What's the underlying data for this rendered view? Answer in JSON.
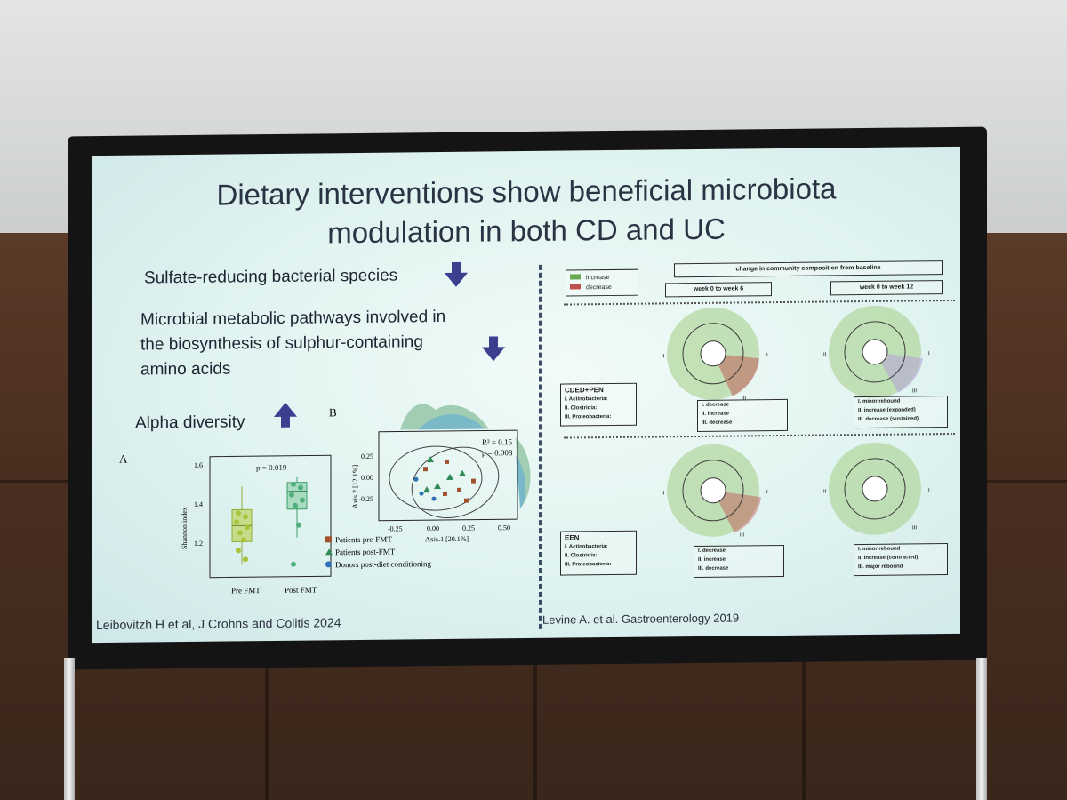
{
  "slide": {
    "title_line1": "Dietary interventions show beneficial microbiota",
    "title_line2": "modulation in both CD and UC",
    "bullet1": "Sulfate-reducing bacterial species",
    "bullet2_line1": "Microbial metabolic pathways involved in",
    "bullet2_line2": "the biosynthesis of sulphur-containing",
    "bullet2_line3": "amino acids",
    "bullet3": "Alpha diversity",
    "cite_left": "Leibovitzh H et al, J Crohns and Colitis 2024",
    "cite_right": "Levine A. et al.  Gastroenterology 2019"
  },
  "panelA": {
    "label": "A",
    "pvalue": "p = 0.019",
    "ylabel": "Shannon index",
    "yticks": [
      "1.6",
      "1.4",
      "1.2"
    ],
    "xticks": [
      "Pre FMT",
      "Post FMT"
    ]
  },
  "panelB": {
    "label": "B",
    "stat_r2": "R² = 0.15",
    "stat_p": "p = 0.008",
    "ylabel": "Axis.2 [12.1%]",
    "xlabel": "Axis.1 [20.1%]",
    "yticks": [
      "0.25",
      "0.00",
      "-0.25"
    ],
    "xticks": [
      "-0.25",
      "0.00",
      "0.25",
      "0.50"
    ],
    "legend": [
      "Patients pre-FMT",
      "Patients post-FMT",
      "Donors post-diet conditioning"
    ]
  },
  "right": {
    "legend_increase": "increase",
    "legend_decrease": "decrease",
    "header": "change in community composition from baseline",
    "col1": "week 0 to week 6",
    "col2": "week 0 to week 12",
    "group1": {
      "name": "CDED+PEN",
      "rows": [
        "I.  Actinobacteria:",
        "II.  Clostridia:",
        "III.  Proteobacteria:"
      ],
      "w6": [
        "I.  decrease",
        "II.  increase",
        "III.  decrease"
      ],
      "w12": [
        "I.  minor rebound",
        "II.  increase (expanded)",
        "III.  decrease (sustained)"
      ]
    },
    "group2": {
      "name": "EEN",
      "rows": [
        "I.  Actinobacteria:",
        "II.  Clostridia:",
        "III.  Proteobacteria:"
      ],
      "w6": [
        "I.  decrease",
        "II.  increase",
        "III.  decrease"
      ],
      "w12": [
        "I.  minor rebound",
        "II.  increase (contracted)",
        "III.  major rebound"
      ]
    },
    "clado_labels": [
      "II",
      "I",
      "III"
    ]
  },
  "colors": {
    "arrow": "#3a3f8f",
    "green": "#6aa84f",
    "red": "#c0504d",
    "blue": "#4a90d9"
  }
}
